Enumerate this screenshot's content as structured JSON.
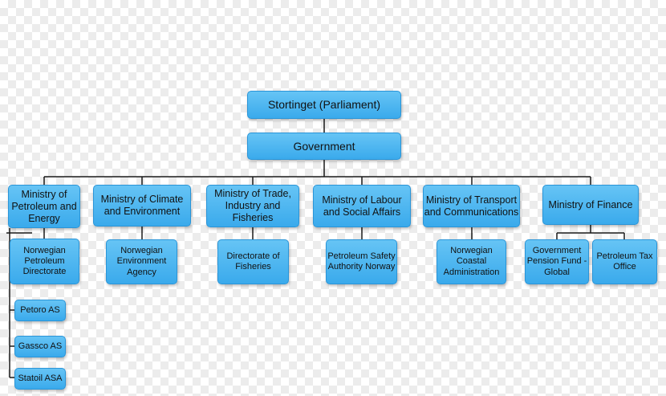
{
  "nodes": {
    "parliament": "Stortinget (Parliament)",
    "government": "Government",
    "ministries": {
      "petroleum": "Ministry of Petroleum and Energy",
      "climate": "Ministry of Climate and Environment",
      "trade": "Ministry of Trade, Industry and Fisheries",
      "labour": "Ministry of Labour and Social Affairs",
      "transport": "Ministry of Transport and Communications",
      "finance": "Ministry of Finance"
    },
    "agencies": {
      "npd": "Norwegian Petroleum Directorate",
      "nea": "Norwegian Environment Agency",
      "fisheries": "Directorate of Fisheries",
      "psa": "Petroleum Safety Authority Norway",
      "coastal": "Norwegian Coastal Administration",
      "pension": "Government Pension Fund - Global",
      "tax": "Petroleum Tax Office"
    },
    "companies": {
      "petoro": "Petoro AS",
      "gassco": "Gassco AS",
      "statoil": "Statoil ASA"
    }
  },
  "colors": {
    "box_fill": "#4db5ef",
    "box_border": "#2a95d8",
    "connector": "#1a1a1a"
  }
}
